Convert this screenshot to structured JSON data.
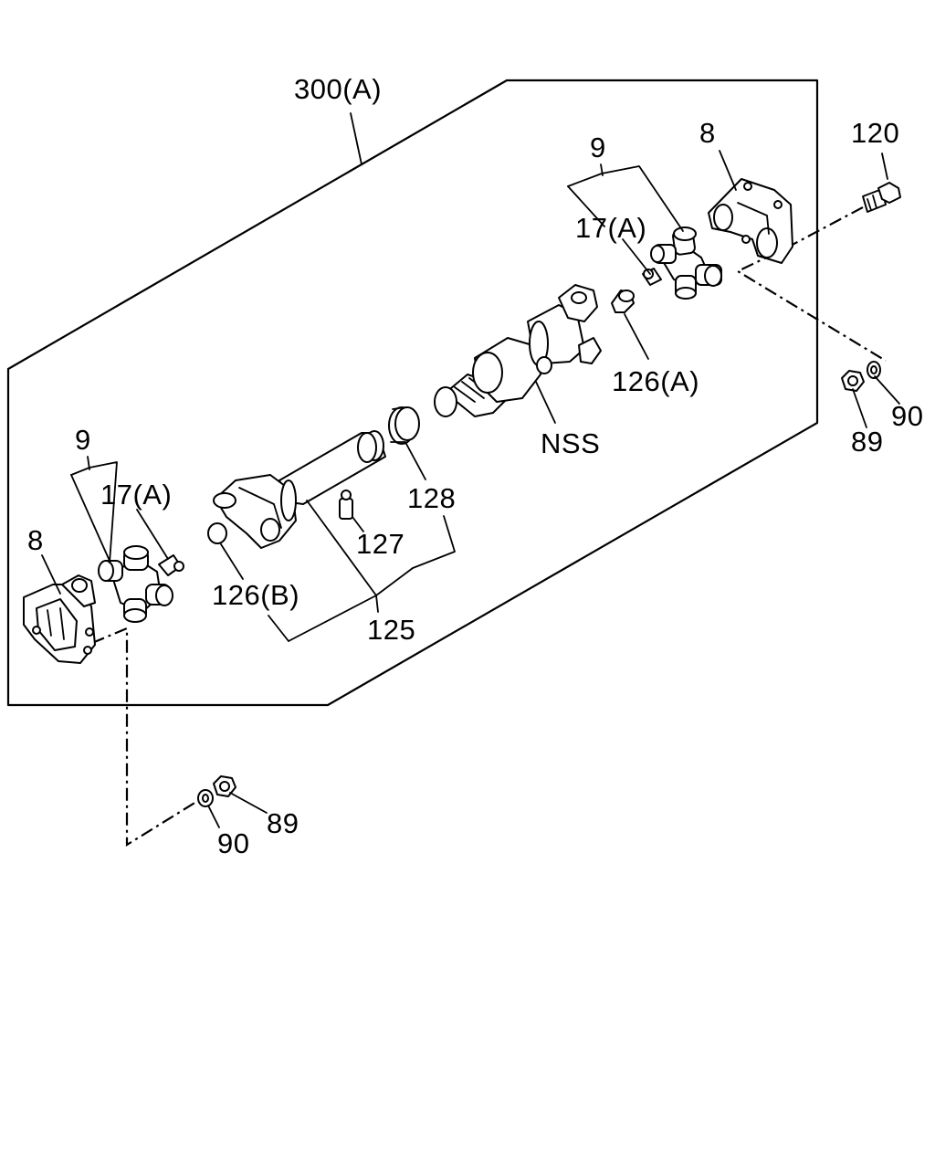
{
  "labels": {
    "assembly": "300(A)",
    "nut": "89",
    "washer": "90",
    "bolt": "120",
    "flange": "8",
    "joint_kit": "9",
    "grease_nipple_a": "17(A)",
    "plug_a": "126(A)",
    "plug_b": "126(B)",
    "shaft": "125",
    "nipple": "127",
    "seal": "128",
    "nss": "NSS"
  }
}
